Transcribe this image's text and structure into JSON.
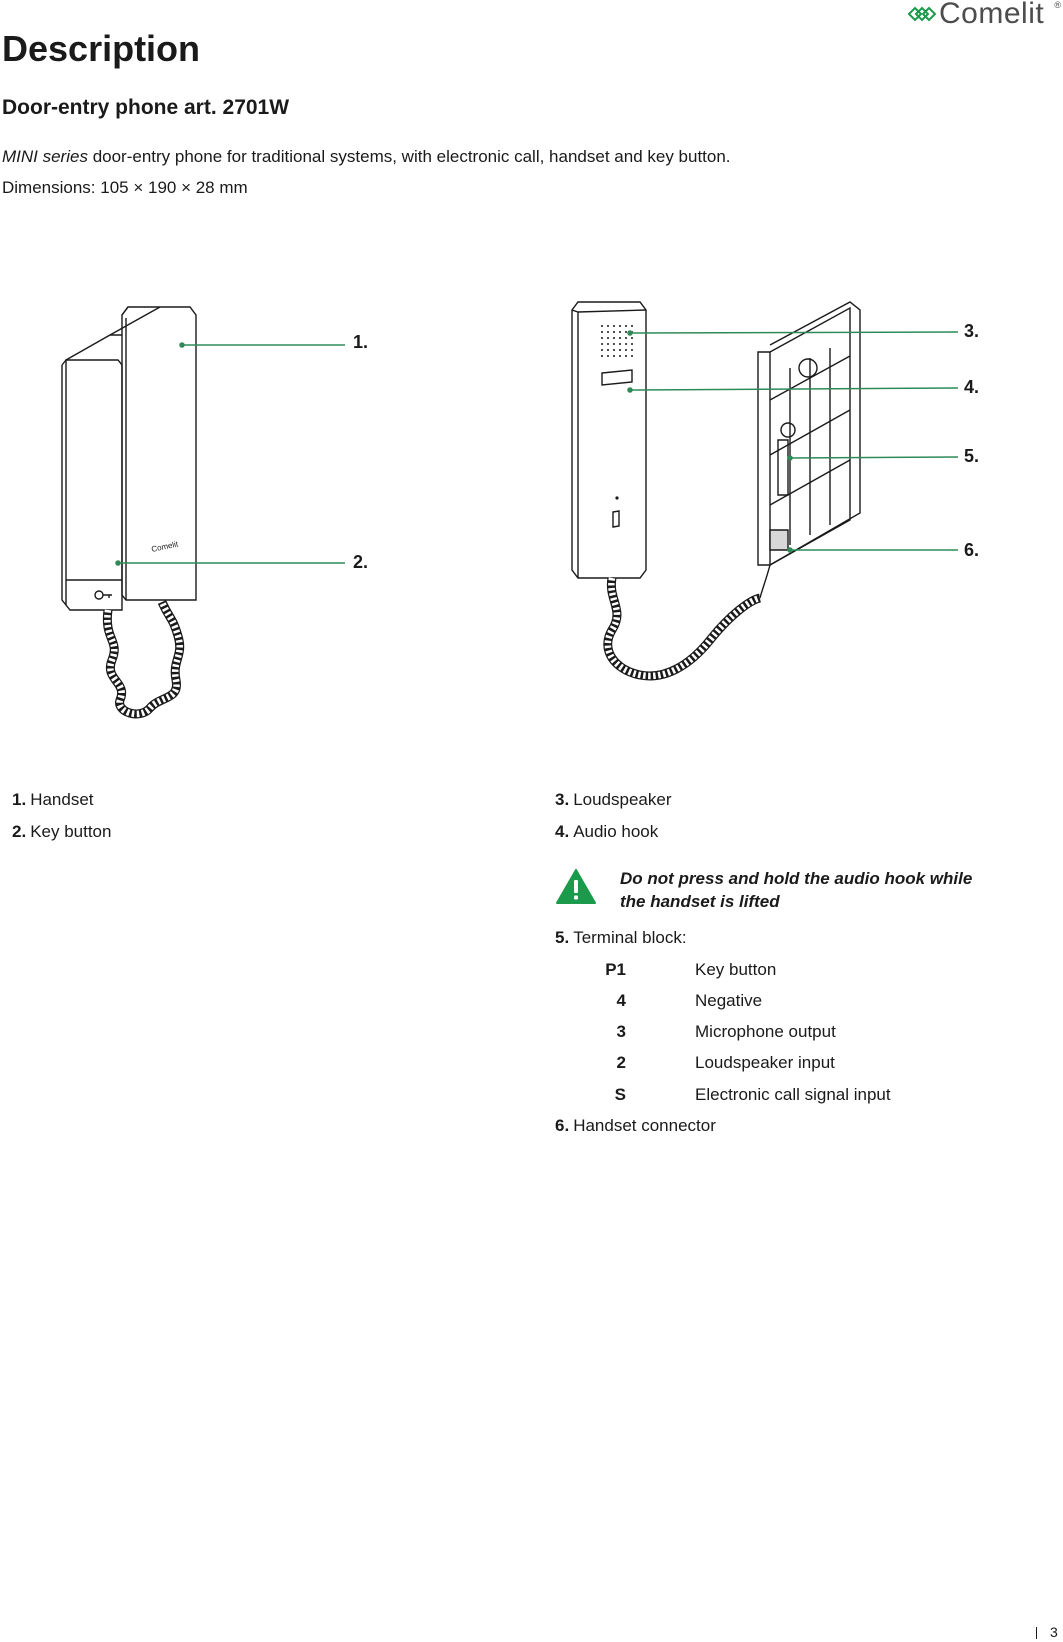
{
  "header": {
    "brand": "Comelit",
    "registered": "®"
  },
  "title": "Description",
  "subtitle": "Door-entry phone art. 2701W",
  "intro": {
    "series": "MINI series",
    "text": " door-entry phone for traditional systems, with electronic call, handset and key button."
  },
  "dimensions": "Dimensions: 105 × 190 × 28 mm",
  "figure": {
    "callouts": [
      "1.",
      "2.",
      "3.",
      "4.",
      "5.",
      "6."
    ],
    "device_brand": "Comelit"
  },
  "parts_left": [
    {
      "num": "1.",
      "label": "Handset"
    },
    {
      "num": "2.",
      "label": "Key button"
    }
  ],
  "parts_right": [
    {
      "num": "3.",
      "label": "Loudspeaker"
    },
    {
      "num": "4.",
      "label": "Audio hook"
    }
  ],
  "warning": {
    "icon": "warning-triangle-icon",
    "text": "Do not press and hold the audio hook while the handset is lifted"
  },
  "terminal_block": {
    "num": "5.",
    "label": "Terminal block:",
    "terminals": [
      {
        "code": "P1",
        "desc": "Key button"
      },
      {
        "code": "4",
        "desc": "Negative"
      },
      {
        "code": "3",
        "desc": "Microphone output"
      },
      {
        "code": "2",
        "desc": "Loudspeaker input"
      },
      {
        "code": "S",
        "desc": "Electronic call signal input"
      }
    ]
  },
  "handset_connector": {
    "num": "6.",
    "label": "Handset connector"
  },
  "page_number": "3",
  "colors": {
    "accent_green": "#1a9a4a",
    "leader_line": "#2e8b57",
    "text": "#1a1a1a"
  }
}
